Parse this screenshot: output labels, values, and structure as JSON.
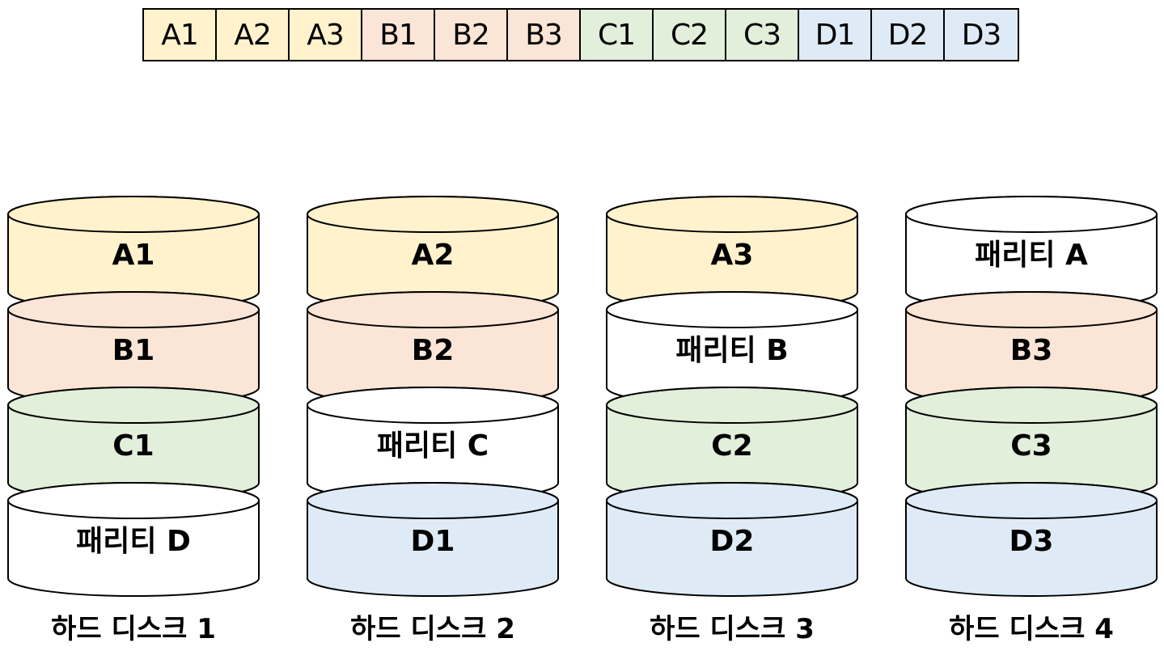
{
  "stripe": [
    {
      "label": "A1",
      "group": "A"
    },
    {
      "label": "A2",
      "group": "A"
    },
    {
      "label": "A3",
      "group": "A"
    },
    {
      "label": "B1",
      "group": "B"
    },
    {
      "label": "B2",
      "group": "B"
    },
    {
      "label": "B3",
      "group": "B"
    },
    {
      "label": "C1",
      "group": "C"
    },
    {
      "label": "C2",
      "group": "C"
    },
    {
      "label": "C3",
      "group": "C"
    },
    {
      "label": "D1",
      "group": "D"
    },
    {
      "label": "D2",
      "group": "D"
    },
    {
      "label": "D3",
      "group": "D"
    }
  ],
  "colors": {
    "A": "#FFF2CC",
    "B": "#FBE5D6",
    "C": "#E2EFDA",
    "D": "#DEEBF7",
    "parity": "#FFFFFF",
    "stroke": "#000000"
  },
  "disks": [
    {
      "label": "하드 디스크 1",
      "segments": [
        {
          "text": "A1",
          "group": "A"
        },
        {
          "text": "B1",
          "group": "B"
        },
        {
          "text": "C1",
          "group": "C"
        },
        {
          "text": "패리티 D",
          "group": "parity"
        }
      ]
    },
    {
      "label": "하드 디스크 2",
      "segments": [
        {
          "text": "A2",
          "group": "A"
        },
        {
          "text": "B2",
          "group": "B"
        },
        {
          "text": "패리티 C",
          "group": "parity"
        },
        {
          "text": "D1",
          "group": "D"
        }
      ]
    },
    {
      "label": "하드 디스크 3",
      "segments": [
        {
          "text": "A3",
          "group": "A"
        },
        {
          "text": "패리티 B",
          "group": "parity"
        },
        {
          "text": "C2",
          "group": "C"
        },
        {
          "text": "D2",
          "group": "D"
        }
      ]
    },
    {
      "label": "하드 디스크 4",
      "segments": [
        {
          "text": "패리티 A",
          "group": "parity"
        },
        {
          "text": "B3",
          "group": "B"
        },
        {
          "text": "C3",
          "group": "C"
        },
        {
          "text": "D3",
          "group": "D"
        }
      ]
    }
  ]
}
